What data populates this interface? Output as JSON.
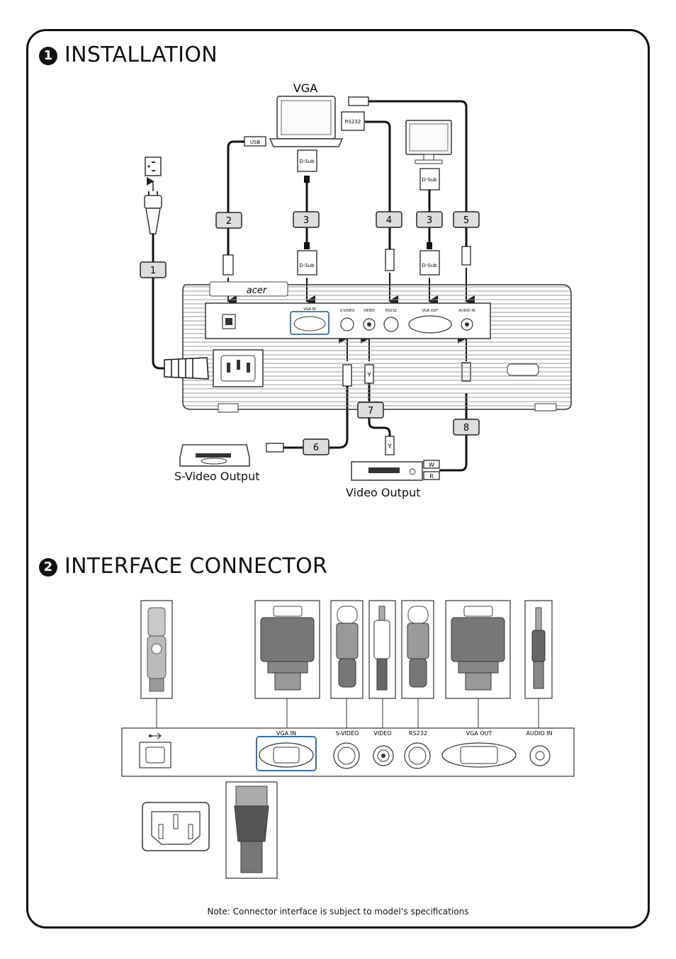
{
  "installation": {
    "number": "1",
    "title": "INSTALLATION",
    "vga_label": "VGA",
    "rs232_label": "RS232",
    "usb_label": "USB",
    "dsub_label": "D-Sub",
    "brand": "acer",
    "cable_numbers": [
      "1",
      "2",
      "3",
      "4",
      "3",
      "5",
      "6",
      "7",
      "8"
    ],
    "projector_ports": [
      "S-VIDEO",
      "VIDEO",
      "RS232",
      "VGA OUT",
      "AUDIO IN"
    ],
    "vga_in_label": "VGA IN",
    "yellow_plug_label": "Y",
    "audio_plug_labels": [
      "W",
      "R"
    ],
    "svideo_output_label": "S-Video Output",
    "video_output_label": "Video Output"
  },
  "interface": {
    "number": "2",
    "title": "INTERFACE CONNECTOR",
    "port_labels": [
      "VGA IN",
      "S-VIDEO",
      "VIDEO",
      "RS232",
      "VGA OUT",
      "AUDIO IN"
    ]
  },
  "note": "Note: Connector interface is subject to model’s specifications",
  "icons": [
    "usb-icon",
    "power-outlet-icon",
    "power-plug-icon",
    "laptop-icon",
    "monitor-icon",
    "dvd-player-icon",
    "vcr-icon",
    "power-cord-icon"
  ]
}
